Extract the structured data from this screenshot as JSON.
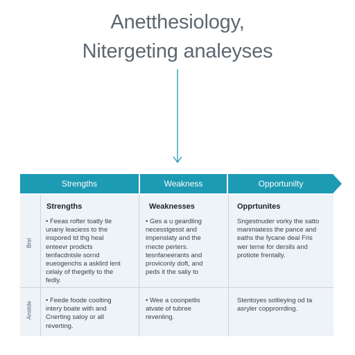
{
  "title": {
    "line1": "Anetthesiology,",
    "line2": "Nitergeting analeyses"
  },
  "header": {
    "columns": [
      "Strengths",
      "Weakness",
      "Opportunilty"
    ]
  },
  "column_heads": [
    "Strengths",
    "Weaknesses",
    "Opprtunites"
  ],
  "rows": [
    {
      "label": "Brst",
      "cells": [
        "• Feeas rofter toatly tle\n  unany leaciess to the\n  inspored td thg heal\n  enteevr prodicts\n  tenfacdntsle sornd\n  eueogenchs a asklird lent\n  celaiy of thegetly to the\n  fedly.",
        "• Ges a u geardling\n  necesstgesst and\n  impenslaty and the\n  rnecte perters.\n  tesnfaneerants and\n  proviconly doft, and\n  peds it the saliy to",
        "Sngestnuder vorky the satto\nmanmiatess the pance and\neaths the fycane deal Fris\nwer terne for dersils and\nprotiote frentally."
      ]
    },
    {
      "label": "Anstide",
      "cells": [
        "• Feede foode coolting\n  intery boate with and\n  Cnerting saloy or all\n  reverting.",
        "• Wee a coonpetlis\n  atvate of tubree\n  revenling.",
        "Stentoyes sotlieying od ta\nasryler copprorrding."
      ]
    }
  ]
}
